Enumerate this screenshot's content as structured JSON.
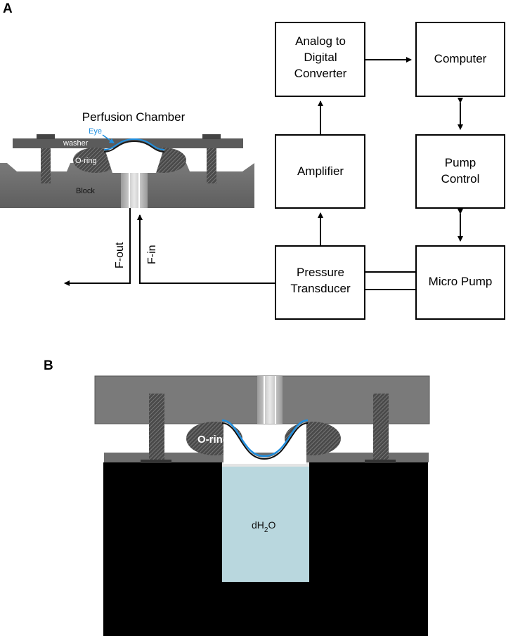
{
  "panels": {
    "a": "A",
    "b": "B"
  },
  "chamber_a": {
    "title": "Perfusion Chamber",
    "eye": "Eye",
    "washer": "washer",
    "oring": "O-ring",
    "block": "Block"
  },
  "flow": {
    "out": "F-out",
    "in": "F-in"
  },
  "blocks": {
    "adc": [
      "Analog to",
      "Digital",
      "Converter"
    ],
    "computer": "Computer",
    "amplifier": "Amplifier",
    "pump_control": [
      "Pump",
      "Control"
    ],
    "pressure_transducer": [
      "Pressure",
      "Transducer"
    ],
    "micro_pump": "Micro Pump"
  },
  "chamber_b": {
    "oring": "O-ring",
    "water_main": "dH",
    "water_sub": "2",
    "water_tail": "O"
  },
  "colors": {
    "eye_blue": "#1f8fe0",
    "cornea_line": "#1a1a1a",
    "steel": "#6e6e6e",
    "water": "#b9d7de"
  }
}
